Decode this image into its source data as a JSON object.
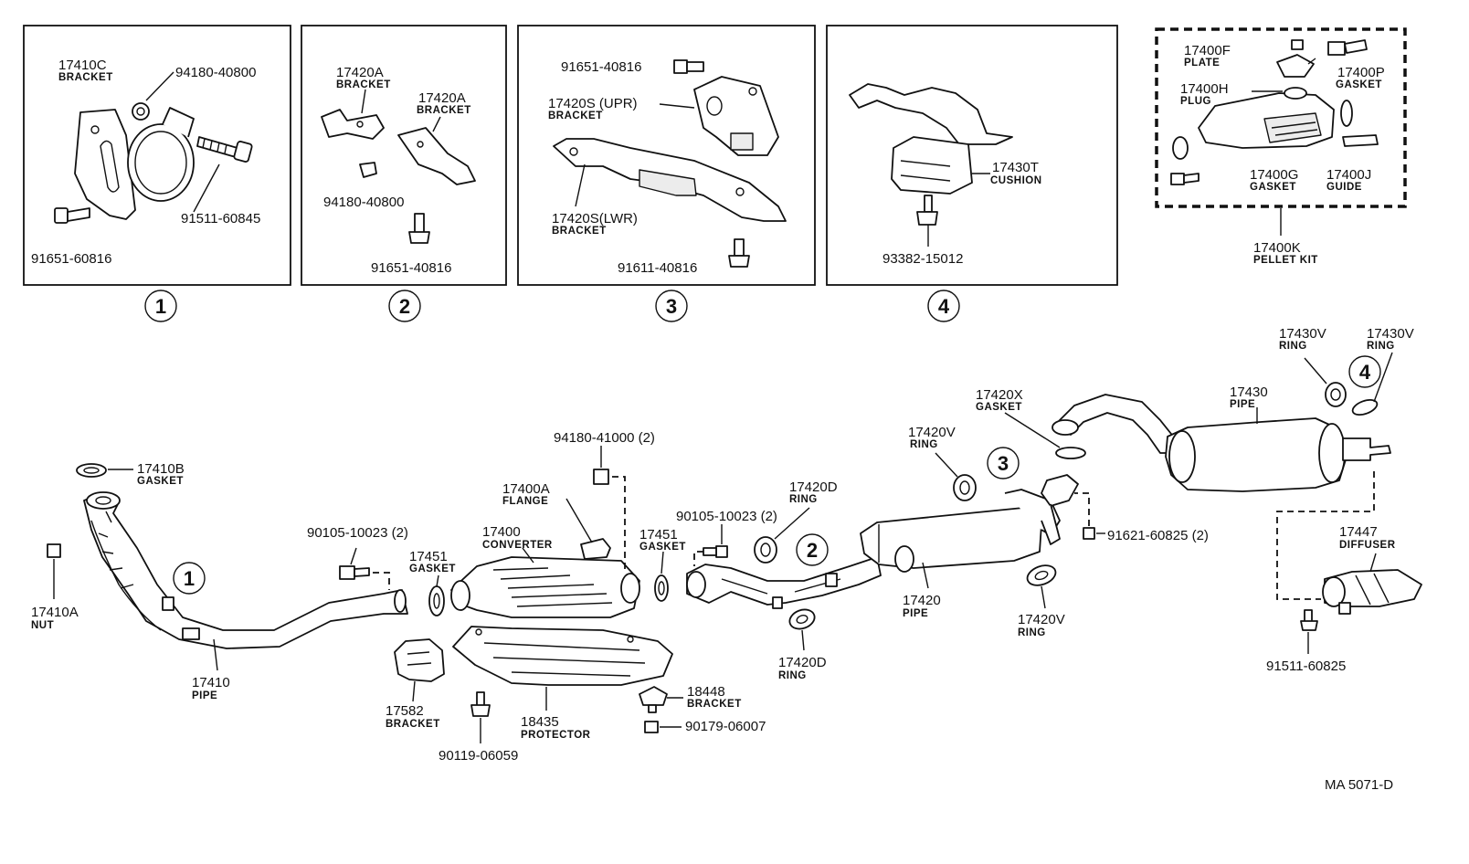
{
  "detail_boxes": {
    "box1": {
      "number": "1",
      "bracket_part": "17410C",
      "bracket_name": "BRACKET",
      "nut_part": "94180-40800",
      "bolt_part": "91511-60845",
      "small_bolt_part": "91651-60816"
    },
    "box2": {
      "number": "2",
      "bracket_a_part": "17420A",
      "bracket_a_name": "BRACKET",
      "bracket_b_part": "17420A",
      "bracket_b_name": "BRACKET",
      "nut_part": "94180-40800",
      "bolt_part": "91651-40816"
    },
    "box3": {
      "number": "3",
      "top_bolt_part": "91651-40816",
      "upper_bracket_part": "17420S (UPR)",
      "upper_bracket_name": "BRACKET",
      "lower_bracket_part": "17420S(LWR)",
      "lower_bracket_name": "BRACKET",
      "bottom_bolt_part": "91611-40816"
    },
    "box4": {
      "number": "4",
      "cushion_part": "17430T",
      "cushion_name": "CUSHION",
      "bolt_part": "93382-15012"
    }
  },
  "pellet_kit": {
    "kit_part": "17400K",
    "kit_name": "PELLET KIT",
    "plate_part": "17400F",
    "plate_name": "PLATE",
    "gasket_p_part": "17400P",
    "gasket_p_name": "GASKET",
    "plug_part": "17400H",
    "plug_name": "PLUG",
    "gasket_g_part": "17400G",
    "gasket_g_name": "GASKET",
    "guide_part": "17400J",
    "guide_name": "GUIDE"
  },
  "main_parts": {
    "gasket_17410b": {
      "part": "17410B",
      "name": "GASKET"
    },
    "nut_17410a": {
      "part": "17410A",
      "name": "NUT"
    },
    "pipe_17410": {
      "part": "17410",
      "name": "PIPE"
    },
    "bolt_90105_front": {
      "part": "90105-10023 (2)"
    },
    "gasket_17451_a": {
      "part": "17451",
      "name": "GASKET"
    },
    "bracket_17582": {
      "part": "17582",
      "name": "BRACKET"
    },
    "bolt_90119": {
      "part": "90119-06059"
    },
    "converter_17400": {
      "part": "17400",
      "name": "CONVERTER"
    },
    "flange_17400a": {
      "part": "17400A",
      "name": "FLANGE"
    },
    "nut_94180_41000": {
      "part": "94180-41000 (2)"
    },
    "protector_18435": {
      "part": "18435",
      "name": "PROTECTOR"
    },
    "bracket_18448": {
      "part": "18448",
      "name": "BRACKET"
    },
    "nut_90179": {
      "part": "90179-06007"
    },
    "gasket_17451_b": {
      "part": "17451",
      "name": "GASKET"
    },
    "bolt_90105_rear": {
      "part": "90105-10023 (2)"
    },
    "ring_17420d_upper": {
      "part": "17420D",
      "name": "RING"
    },
    "ring_17420d_lower": {
      "part": "17420D",
      "name": "RING"
    },
    "ring_17420v_upper": {
      "part": "17420V",
      "name": "RING"
    },
    "ring_17420v_lower": {
      "part": "17420V",
      "name": "RING"
    },
    "pipe_17420": {
      "part": "17420",
      "name": "PIPE"
    },
    "gasket_17420x": {
      "part": "17420X",
      "name": "GASKET"
    },
    "bolt_91621": {
      "part": "91621-60825 (2)"
    },
    "pipe_17430": {
      "part": "17430",
      "name": "PIPE"
    },
    "ring_17430v_left": {
      "part": "17430V",
      "name": "RING"
    },
    "ring_17430v_right": {
      "part": "17430V",
      "name": "RING"
    },
    "diffuser_17447": {
      "part": "17447",
      "name": "DIFFUSER"
    },
    "bolt_91511_60825": {
      "part": "91511-60825"
    }
  },
  "callouts": {
    "c1": "1",
    "c2": "2",
    "c3": "3",
    "c4": "4"
  },
  "footer": {
    "drawing_code": "MA  5071-D"
  }
}
